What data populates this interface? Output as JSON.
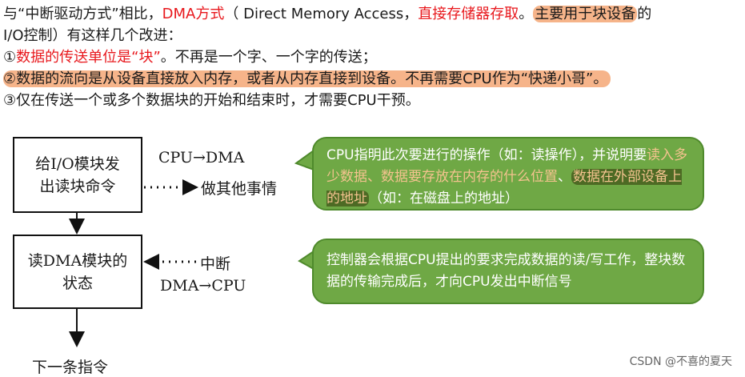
{
  "intro": {
    "p1": "与“中断驱动方式”相比，",
    "dma_term": "DMA方式",
    "p2": "（ Direct Memory Access，",
    "dma_cn": "直接存储器存取",
    "p3": "。",
    "highlight": "主要用于块设备",
    "p4": "的",
    "line2": "I/O控制）有这样几个改进：",
    "point1_num": "①",
    "point1_red": "数据的传送单位是“块”",
    "point1_rest": "。不再是一个字、一个字的传送；",
    "point2": "②数据的流向是从设备直接放入内存，或者从内存直接到设备。不再需要CPU作为“快递小哥”。",
    "point3": "③仅在传送一个或多个数据块的开始和结束时，才需要CPU干预。"
  },
  "flow": {
    "box1": "给I/O模块发出读块命令",
    "box2": "读DMA模块的状态",
    "cpu_dma": "CPU→DMA",
    "do_other": "做其他事情",
    "interrupt": "中断",
    "dma_cpu": "DMA→CPU",
    "next": "下一条指令"
  },
  "bubble1": {
    "t1": "CPU指明此次要进行的操作（如：读操作），并说明要",
    "t2": "读入多少数据、数据要存放在内存的什么位置",
    "t3": "、",
    "t4": "数据在外部设备上的地址",
    "t5": "（如：在磁盘上的地址）"
  },
  "bubble2": {
    "text": "控制器会根据CPU提出的要求完成数据的读/写工作，整块数据的传输完成后，才向CPU发出中断信号"
  },
  "watermark": "CSDN @不喜的夏天",
  "colors": {
    "red": "#e8181d",
    "highlight": "#f6b48a",
    "bubble_green": "#6fa845"
  }
}
